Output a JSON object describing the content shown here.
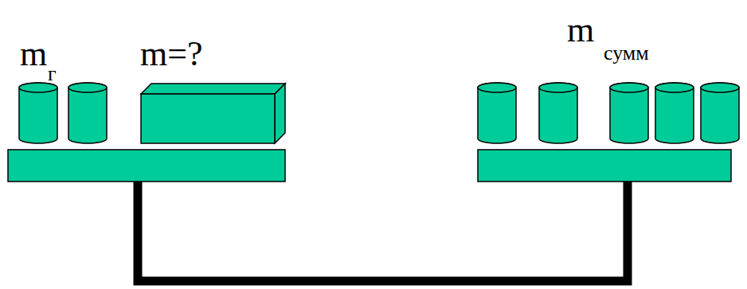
{
  "diagram": {
    "labels": [
      "m",
      "г",
      "m=?",
      "m",
      "сумм"
    ]
  }
}
